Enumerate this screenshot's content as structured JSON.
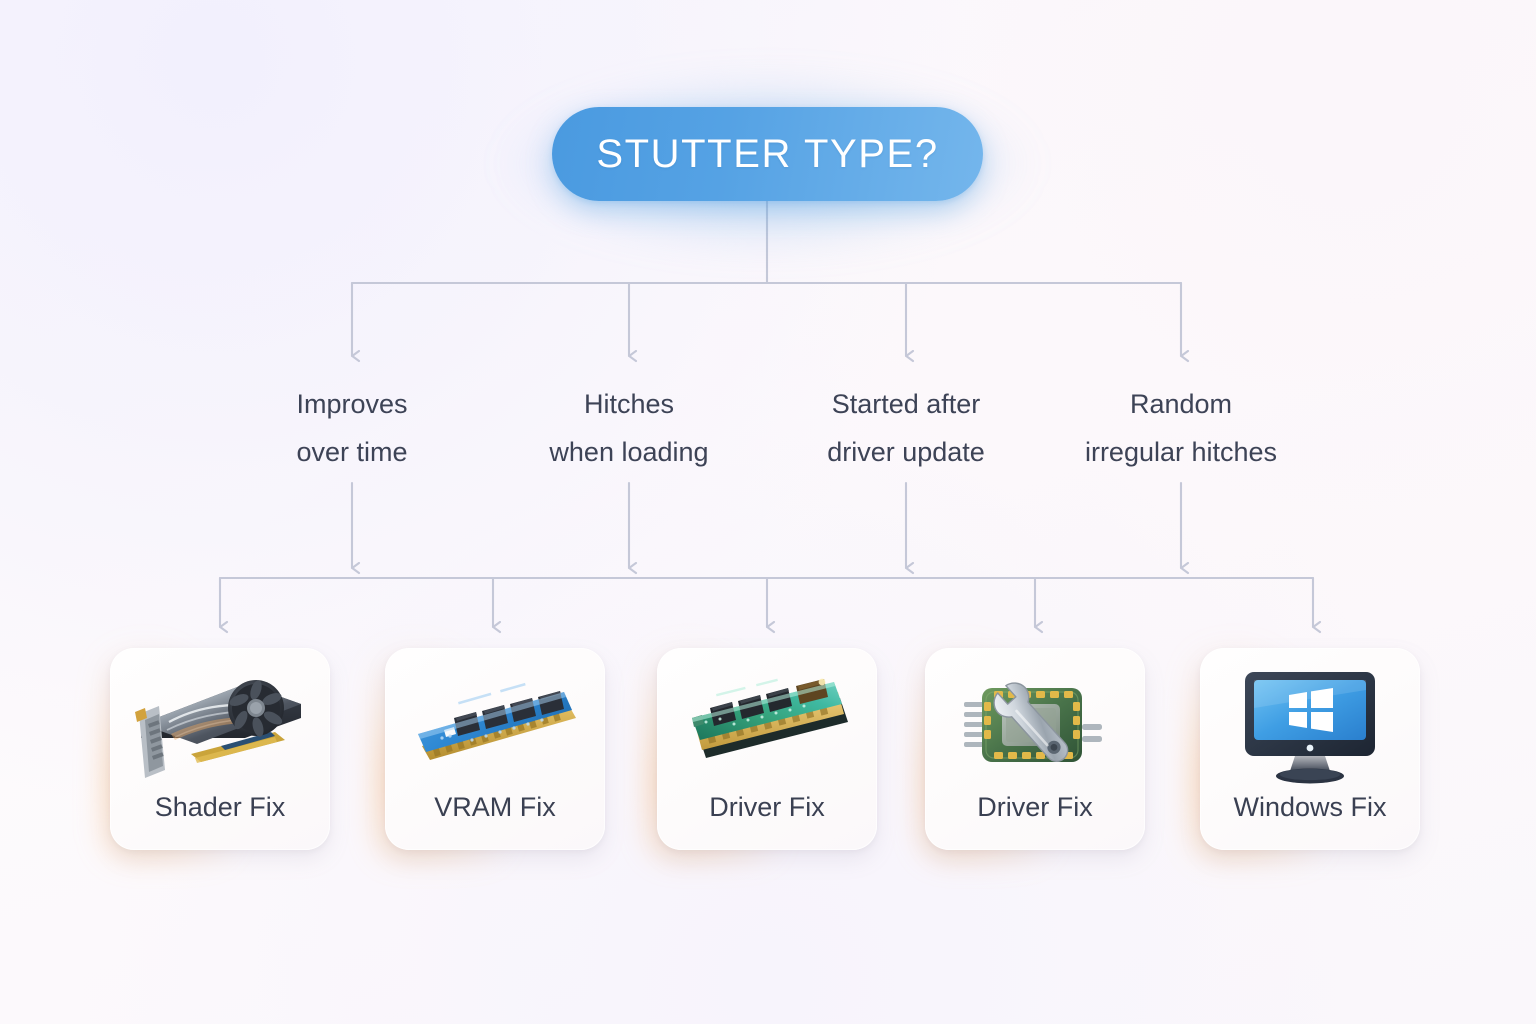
{
  "root": {
    "label": "STUTTER TYPE?",
    "color": "#4a9ae0"
  },
  "branches": [
    {
      "label": "Improves\nover time",
      "name": "branch-improves-over-time"
    },
    {
      "label": "Hitches\nwhen loading",
      "name": "branch-hitches-when-loading"
    },
    {
      "label": "Started after\ndriver update",
      "name": "branch-started-after-driver-update"
    },
    {
      "label": "Random\nirregular hitches",
      "name": "branch-random-irregular-hitches"
    }
  ],
  "outcomes": [
    {
      "label": "Shader Fix",
      "icon": "graphics-card-icon"
    },
    {
      "label": "VRAM Fix",
      "icon": "memory-module-blue-icon"
    },
    {
      "label": "Driver Fix",
      "icon": "memory-module-green-icon"
    },
    {
      "label": "Driver Fix",
      "icon": "chip-wrench-icon"
    },
    {
      "label": "Windows Fix",
      "icon": "monitor-windows-icon"
    }
  ],
  "palette": {
    "background": "#faf8fd",
    "connector": "#c5c8d8",
    "text": "#3d4356",
    "accent": "#4a9ae0",
    "card_glow": "#ffa84e"
  },
  "chart_data": {
    "type": "diagram",
    "title": "STUTTER TYPE?",
    "nodes": [
      {
        "id": "root",
        "label": "STUTTER TYPE?",
        "level": 0
      },
      {
        "id": "b1",
        "label": "Improves over time",
        "level": 1
      },
      {
        "id": "b2",
        "label": "Hitches when loading",
        "level": 1
      },
      {
        "id": "b3",
        "label": "Started after driver update",
        "level": 1
      },
      {
        "id": "b4",
        "label": "Random irregular hitches",
        "level": 1
      },
      {
        "id": "o1",
        "label": "Shader Fix",
        "level": 2
      },
      {
        "id": "o2",
        "label": "VRAM Fix",
        "level": 2
      },
      {
        "id": "o3",
        "label": "Driver Fix",
        "level": 2
      },
      {
        "id": "o4",
        "label": "Driver Fix",
        "level": 2
      },
      {
        "id": "o5",
        "label": "Windows Fix",
        "level": 2
      }
    ],
    "edges": [
      {
        "from": "root",
        "to": "b1"
      },
      {
        "from": "root",
        "to": "b2"
      },
      {
        "from": "root",
        "to": "b3"
      },
      {
        "from": "root",
        "to": "b4"
      },
      {
        "from": "b1",
        "to": "o1"
      },
      {
        "from": "b2",
        "to": "o2"
      },
      {
        "from": "b3",
        "to": "o3"
      },
      {
        "from": "b4",
        "to": "o4"
      },
      {
        "from": "b4",
        "to": "o5"
      }
    ]
  }
}
